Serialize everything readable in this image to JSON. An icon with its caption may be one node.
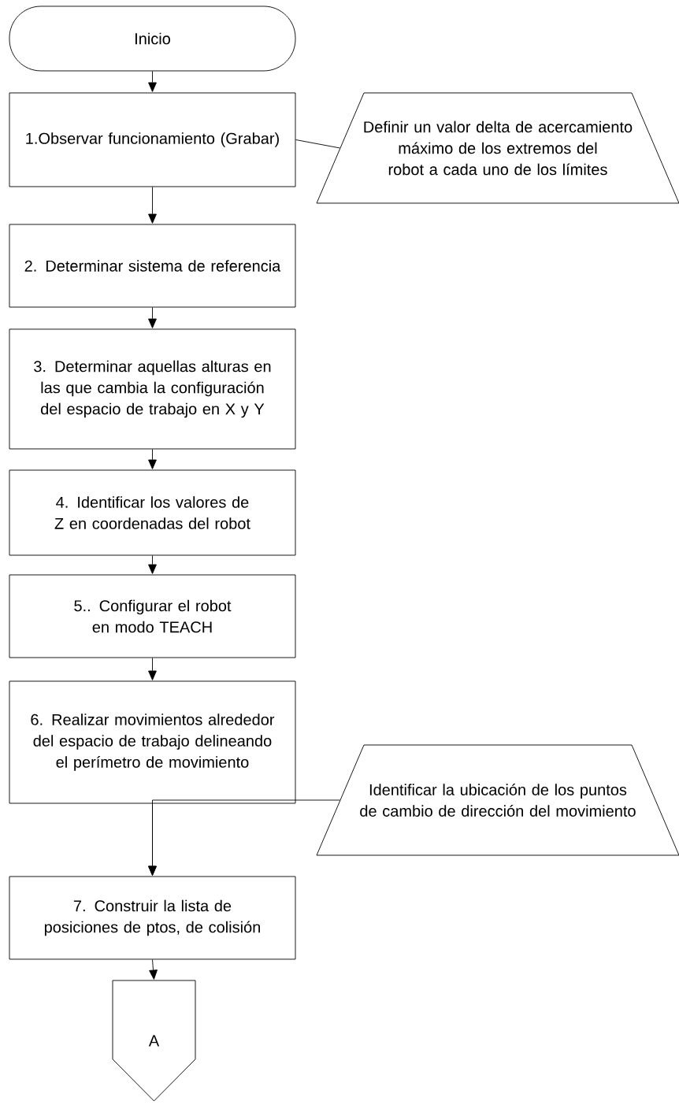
{
  "diagram": {
    "nodes": [
      {
        "text": [
          "Inicio"
        ]
      },
      {
        "text": [
          "1.Observar funcionamiento (Grabar)"
        ]
      },
      {
        "text": [
          "Definir un valor delta de acercamiento máximo de los extremos del robot a cada uno de los límites"
        ]
      },
      {
        "text": [
          "2. Determinar sistema de referencia"
        ]
      },
      {
        "text": [
          "3. Determinar aquellas alturas en las que cambia la configuración del espacio de trabajo en X y Y"
        ]
      },
      {
        "text": [
          "4. Identificar los valores de Z en coordenadas del robot"
        ]
      },
      {
        "text": [
          "5.. Configurar el robot en modo TEACH"
        ]
      },
      {
        "text": [
          "6. Realizar movimientos alrededor del espacio de trabajo delineando el perímetro de movimiento"
        ]
      },
      {
        "text": [
          "Identificar la ubicación de los puntos de cambio de dirección del movimiento"
        ]
      },
      {
        "text": [
          "7. Construir la lista de posiciones de ptos, de colisión"
        ]
      },
      {
        "text": [
          "A"
        ]
      }
    ],
    "edges": [
      {
        "from": 0,
        "to": 1,
        "arrow": "to"
      },
      {
        "from": 1,
        "to": 2,
        "arrow": "none"
      },
      {
        "from": 1,
        "to": 3,
        "arrow": "to"
      },
      {
        "from": 3,
        "to": 4,
        "arrow": "to"
      },
      {
        "from": 4,
        "to": 5,
        "arrow": "to"
      },
      {
        "from": 5,
        "to": 6,
        "arrow": "to"
      },
      {
        "from": 6,
        "to": 7,
        "arrow": "to"
      },
      {
        "from": 7,
        "to": 9,
        "arrow": "to"
      },
      {
        "from": 8,
        "to": 9,
        "arrow": "to"
      },
      {
        "from": 9,
        "to": 10,
        "arrow": "to"
      }
    ]
  }
}
